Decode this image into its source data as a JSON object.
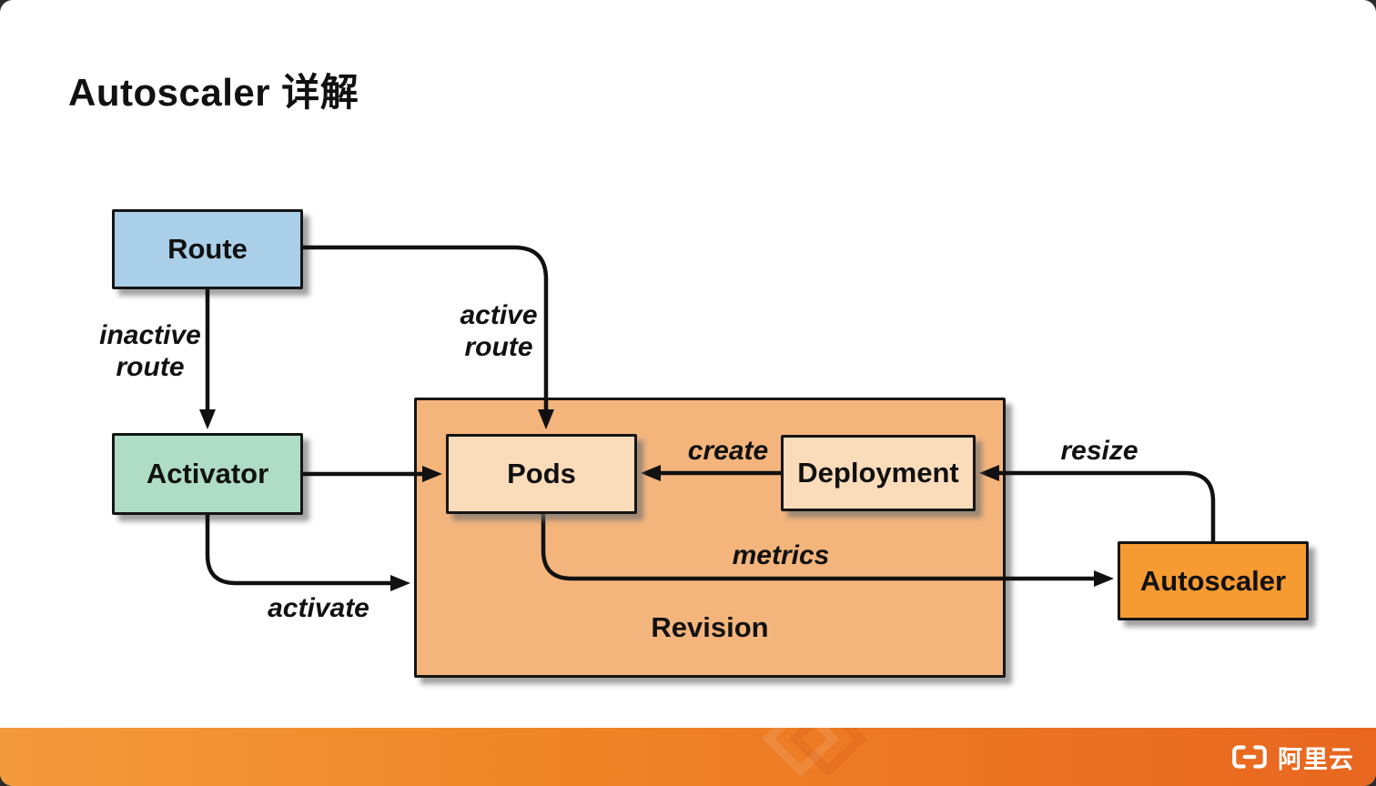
{
  "page": {
    "title": "Autoscaler 详解"
  },
  "diagram": {
    "nodes": {
      "route": {
        "label": "Route",
        "fill": "#aacfe8"
      },
      "activator": {
        "label": "Activator",
        "fill": "#aedcc5"
      },
      "revision": {
        "label": "Revision",
        "fill": "#f4b57d"
      },
      "pods": {
        "label": "Pods",
        "fill": "#fbdcba"
      },
      "deployment": {
        "label": "Deployment",
        "fill": "#fbdcba"
      },
      "autoscaler": {
        "label": "Autoscaler",
        "fill": "#f69a32"
      }
    },
    "edge_labels": {
      "inactive_route_line1": "inactive",
      "inactive_route_line2": "route",
      "active_route_line1": "active",
      "active_route_line2": "route",
      "create": "create",
      "resize": "resize",
      "activate": "activate",
      "metrics": "metrics"
    },
    "edges": [
      {
        "from": "route",
        "to": "activator",
        "label": "inactive route"
      },
      {
        "from": "route",
        "to": "pods",
        "label": "active route"
      },
      {
        "from": "activator",
        "to": "pods",
        "label": ""
      },
      {
        "from": "activator",
        "to": "revision",
        "label": "activate"
      },
      {
        "from": "deployment",
        "to": "pods",
        "label": "create"
      },
      {
        "from": "autoscaler",
        "to": "deployment",
        "label": "resize"
      },
      {
        "from": "pods",
        "to": "autoscaler",
        "label": "metrics"
      }
    ],
    "arrow_color": "#111111"
  },
  "footer": {
    "brand": "阿里云",
    "accent_color": "#ef8527"
  }
}
